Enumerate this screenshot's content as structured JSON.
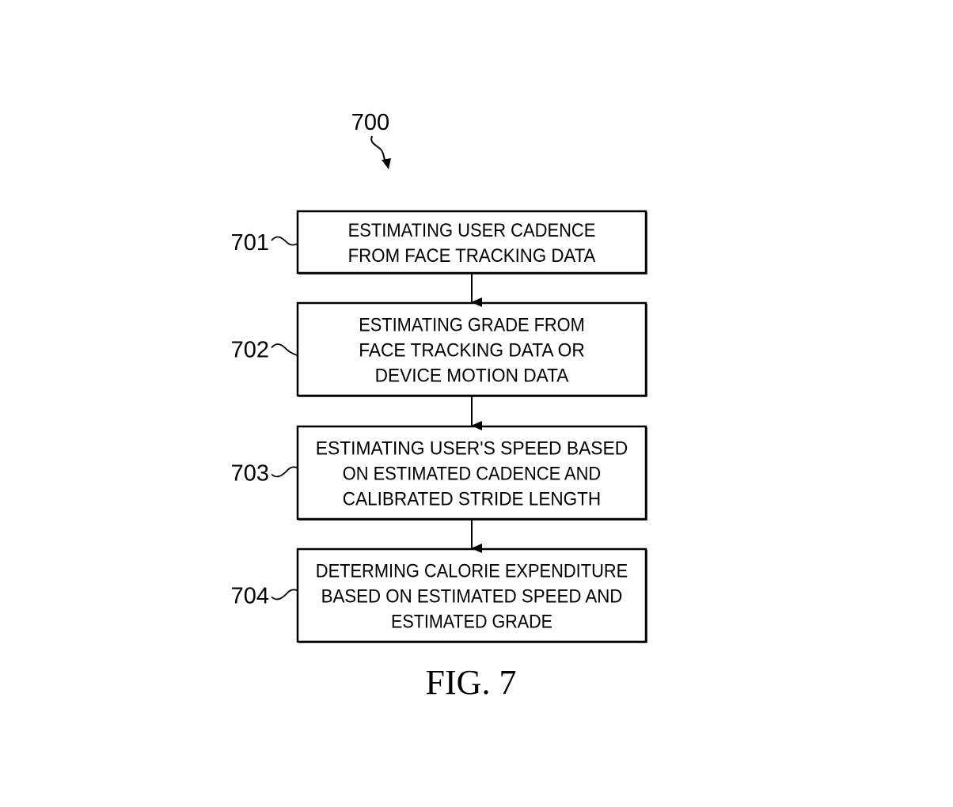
{
  "diagram": {
    "type": "flowchart",
    "reference": "700",
    "figure_label": "FIG. 7",
    "steps": [
      {
        "id": "701",
        "lines": [
          "ESTIMATING USER CADENCE",
          "FROM FACE TRACKING DATA"
        ]
      },
      {
        "id": "702",
        "lines": [
          "ESTIMATING GRADE FROM",
          "FACE TRACKING DATA OR",
          "DEVICE MOTION DATA"
        ]
      },
      {
        "id": "703",
        "lines": [
          "ESTIMATING USER'S SPEED BASED",
          "ON ESTIMATED CADENCE AND",
          "CALIBRATED STRIDE LENGTH"
        ]
      },
      {
        "id": "704",
        "lines": [
          "DETERMING CALORIE EXPENDITURE",
          "BASED ON ESTIMATED SPEED AND",
          "ESTIMATED GRADE"
        ]
      }
    ],
    "edges": [
      {
        "from": "701",
        "to": "702"
      },
      {
        "from": "702",
        "to": "703"
      },
      {
        "from": "703",
        "to": "704"
      }
    ]
  }
}
